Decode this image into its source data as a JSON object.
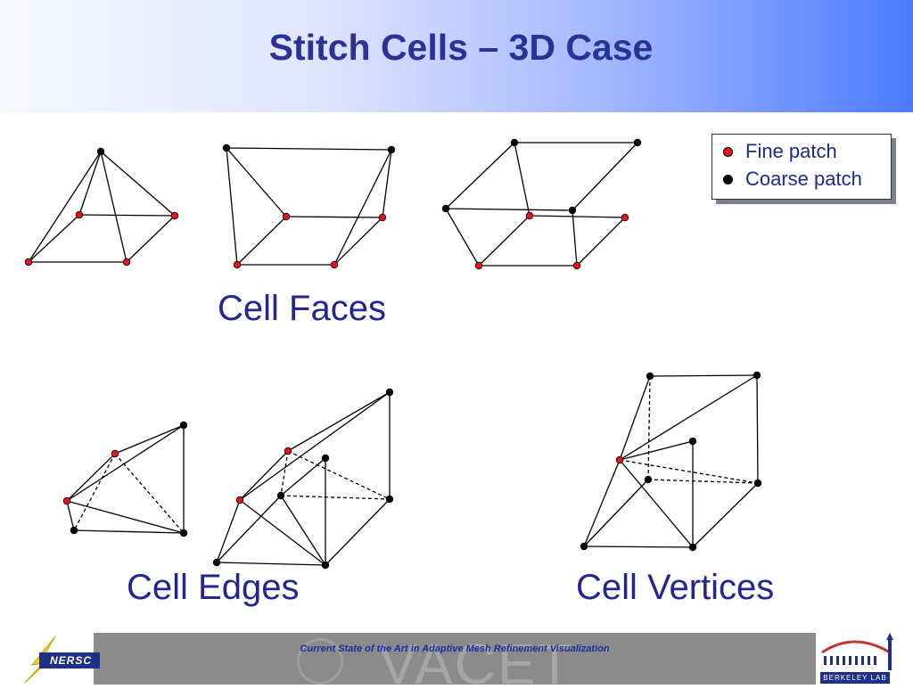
{
  "slide": {
    "title": "Stitch Cells – 3D Case",
    "captions": {
      "faces": "Cell Faces",
      "edges": "Cell Edges",
      "vertices": "Cell Vertices"
    }
  },
  "legend": {
    "items": [
      {
        "label": "Fine patch",
        "color": "#e8141c"
      },
      {
        "label": "Coarse patch",
        "color": "#000000"
      }
    ]
  },
  "footer": {
    "text": "Current State of the Art in Adaptive Mesh Refinement Visualization",
    "vacet_logo_text": "VACET"
  },
  "logos": {
    "nersc": "NERSC",
    "berkeley": "BERKELEY LAB"
  },
  "colors": {
    "title": "#2a3298",
    "caption": "#23268f",
    "fine_node": "#e8141c",
    "coarse_node": "#000000",
    "footer_band": "#8b8b8b"
  }
}
